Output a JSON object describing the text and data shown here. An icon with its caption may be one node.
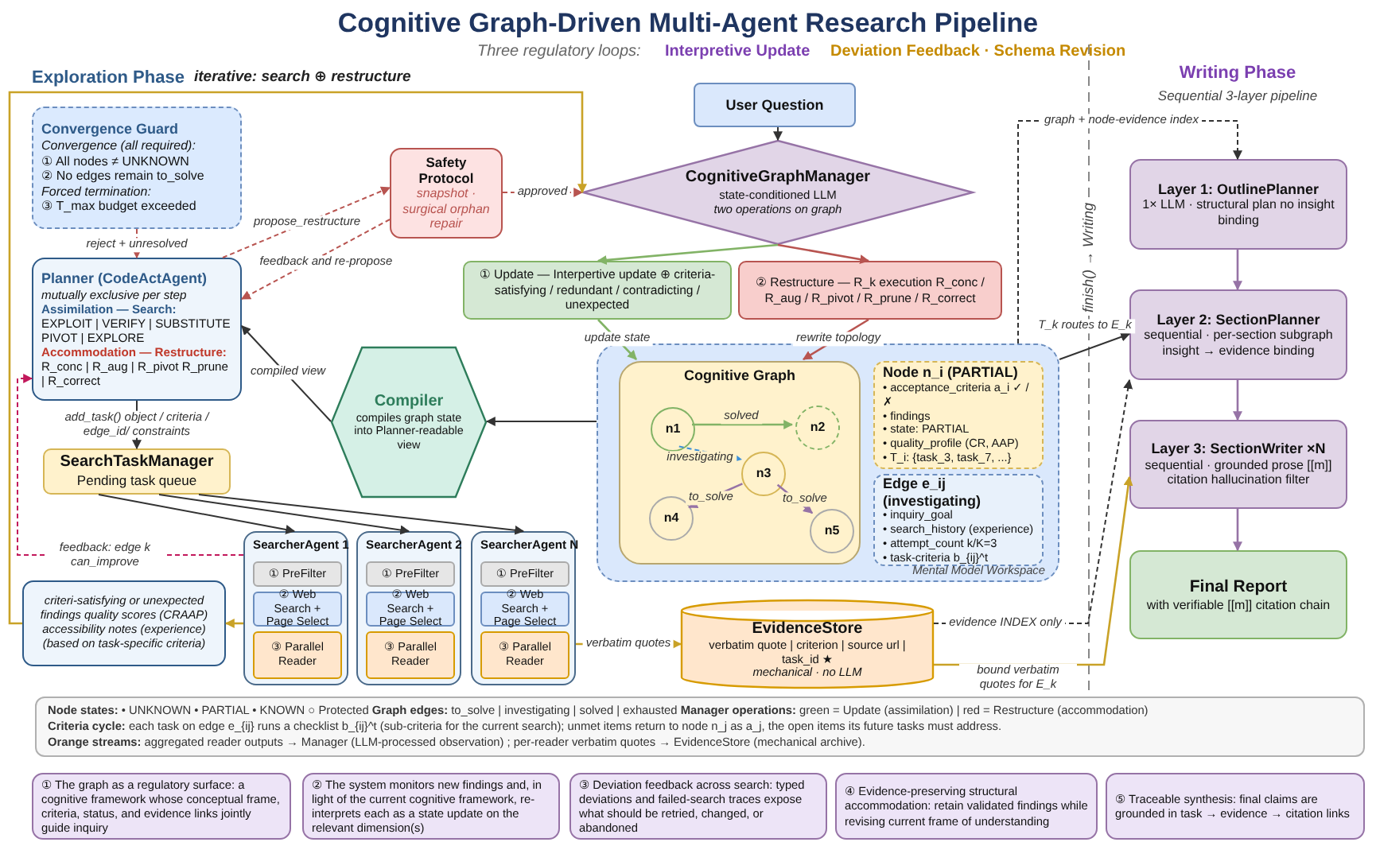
{
  "diagram": {
    "title": "Cognitive Graph-Driven Multi-Agent Research Pipeline",
    "nodes": [
      {
        "text": [
          "Convergence Guard",
          "Convergence (all required):",
          "① All nodes ≠ UNKNOWN",
          "② No edges remain to_solve",
          "Forced termination:",
          "③ T_max budget exceeded"
        ]
      },
      {
        "text": [
          "Safety Protocol",
          "snapshot · surgical orphan repair"
        ]
      },
      {
        "text": [
          "User Question"
        ]
      },
      {
        "text": [
          "CognitiveGraphManager",
          "state-conditioned LLM",
          "two operations on graph"
        ]
      },
      {
        "text": [
          "Planner (CodeActAgent)",
          "mutually exclusive per step",
          "Assimilation — Search:",
          "EXPLOIT | VERIFY | SUBSTITUTE PIVOT | EXPLORE",
          "Accommodation — Restructure:",
          "R_conc | R_aug | R_pivot R_prune | R_correct"
        ]
      },
      {
        "text": [
          "① Update — Interpertive update ⊕ criteria-satisfying / redundant / contradicting / unexpected"
        ]
      },
      {
        "text": [
          "② Restructure — R_k execution R_conc / R_aug / R_pivot / R_prune / R_correct"
        ]
      },
      {
        "text": [
          "Compiler",
          "compiles graph state into Planner-readable view"
        ]
      },
      {
        "text": [
          "Mental Model Workspace"
        ]
      },
      {
        "text": [
          "Cognitive Graph"
        ],
        "in": 8
      },
      {
        "text": [
          "n1"
        ],
        "in": 9
      },
      {
        "text": [
          "n2"
        ],
        "in": 9
      },
      {
        "text": [
          "n3"
        ],
        "in": 9
      },
      {
        "text": [
          "n4"
        ],
        "in": 9
      },
      {
        "text": [
          "n5"
        ],
        "in": 9
      },
      {
        "text": [
          "Node n_i (PARTIAL)",
          "• acceptance_criteria a_i ✓ / ✗",
          "• findings",
          "• state: PARTIAL",
          "• quality_profile (CR, AAP)",
          "• T_i: {task_3, task_7, ...}"
        ],
        "in": 8
      },
      {
        "text": [
          "Edge e_ij (investigating)",
          "• inquiry_goal",
          "• search_history (experience)",
          "• attempt_count k/K=3",
          "• task-criteria b_{ij}^t"
        ],
        "in": 8
      },
      {
        "text": [
          "SearchTaskManager",
          "Pending task queue"
        ]
      },
      {
        "text": [
          "SearcherAgent 1"
        ]
      },
      {
        "text": [
          "① PreFilter"
        ],
        "in": 18
      },
      {
        "text": [
          "② Web Search + Page Select"
        ],
        "in": 18
      },
      {
        "text": [
          "③ Parallel Reader"
        ],
        "in": 18
      },
      {
        "text": [
          "SearcherAgent 2"
        ]
      },
      {
        "text": [
          "① PreFilter"
        ],
        "in": 22
      },
      {
        "text": [
          "② Web Search + Page Select"
        ],
        "in": 22
      },
      {
        "text": [
          "③ Parallel Reader"
        ],
        "in": 22
      },
      {
        "text": [
          "SearcherAgent N"
        ]
      },
      {
        "text": [
          "① PreFilter"
        ],
        "in": 26
      },
      {
        "text": [
          "② Web Search + Page Select"
        ],
        "in": 26
      },
      {
        "text": [
          "③ Parallel Reader"
        ],
        "in": 26
      },
      {
        "text": [
          "criteri-satisfying or unexpected findings quality scores (CRAAP) accessibility notes (experience) (based on task-specific criteria)"
        ]
      },
      {
        "text": [
          "EvidenceStore",
          "verbatim quote | criterion | source url | task_id ★",
          "mechanical · no LLM"
        ]
      },
      {
        "text": [
          "Layer 1: OutlinePlanner",
          "1× LLM · structural plan no insight binding"
        ]
      },
      {
        "text": [
          "Layer 2: SectionPlanner",
          "sequential · per-section subgraph insight → evidence binding"
        ]
      },
      {
        "text": [
          "Layer 3: SectionWriter ×N",
          "sequential · grounded prose [[m]] citation hallucination filter"
        ]
      },
      {
        "text": [
          "Final Report",
          "with verifiable [[m]] citation chain"
        ]
      },
      {
        "text": [
          "① The graph as a regulatory surface: a cognitive framework whose conceptual frame, criteria, status, and evidence links jointly guide inquiry"
        ]
      },
      {
        "text": [
          "② The system monitors new findings and, in light of the current cognitive framework, re-interprets each as a state update on the relevant dimension(s)"
        ]
      },
      {
        "text": [
          "③ Deviation feedback across search: typed deviations and failed-search traces expose what should be retried, changed, or abandoned"
        ]
      },
      {
        "text": [
          "④ Evidence-preserving structural accommodation: retain validated findings while revising current frame of understanding"
        ]
      },
      {
        "text": [
          "⑤ Traceable synthesis: final claims are grounded in task → evidence → citation links"
        ]
      }
    ],
    "edges": [
      {
        "from": 2,
        "to": 3,
        "arrow": "to"
      },
      {
        "from": 3,
        "to": 5,
        "arrow": "to",
        "color": "#82b366"
      },
      {
        "from": 3,
        "to": 6,
        "arrow": "to",
        "color": "#b85450"
      },
      {
        "from": 5,
        "to": 9,
        "arrow": "to",
        "label": "update state",
        "color": "#82b366"
      },
      {
        "from": 6,
        "to": 9,
        "arrow": "to",
        "label": "rewrite topology",
        "color": "#b85450"
      },
      {
        "from": 1,
        "to": 3,
        "arrow": "to",
        "label": "approved",
        "style": "dashed",
        "color": "#b85450"
      },
      {
        "from": 4,
        "to": 1,
        "arrow": "to",
        "label": "propose_restructure",
        "style": "dashed",
        "color": "#b85450"
      },
      {
        "from": 1,
        "to": 4,
        "arrow": "to",
        "label": "feedback and re-propose",
        "style": "dashed",
        "color": "#b85450"
      },
      {
        "from": 0,
        "to": 4,
        "arrow": "to",
        "label": "reject + unresolved",
        "style": "dashed",
        "color": "#b85450"
      },
      {
        "from": 8,
        "to": 7,
        "arrow": "to"
      },
      {
        "from": 7,
        "to": 4,
        "arrow": "to",
        "label": "compiled view"
      },
      {
        "from": 4,
        "to": 17,
        "arrow": "to",
        "label": "add_task() object / criteria / edge_id/ constraints"
      },
      {
        "from": 17,
        "to": 18,
        "arrow": "to"
      },
      {
        "from": 17,
        "to": 22,
        "arrow": "to"
      },
      {
        "from": 17,
        "to": 26,
        "arrow": "to"
      },
      {
        "from": 18,
        "to": 4,
        "arrow": "to",
        "label": "feedback: edge k can_improve",
        "style": "dashed",
        "color": "#c2185b"
      },
      {
        "from": 18,
        "to": 30,
        "arrow": "to",
        "color": "#c9a227"
      },
      {
        "from": 30,
        "to": 3,
        "arrow": "to",
        "color": "#c9a227"
      },
      {
        "from": 26,
        "to": 31,
        "arrow": "to",
        "label": "verbatim quotes",
        "color": "#c9a227"
      },
      {
        "from": 31,
        "to": 33,
        "arrow": "to",
        "label": "evidence INDEX only",
        "style": "dashed"
      },
      {
        "from": 8,
        "to": 33,
        "arrow": "to",
        "label": "T_k routes to E_k"
      },
      {
        "from": 31,
        "to": 34,
        "arrow": "to",
        "label": "bound verbatim quotes for E_k",
        "color": "#c9a227"
      },
      {
        "from": 8,
        "to": 32,
        "arrow": "to",
        "label": "graph + node-evidence index",
        "style": "dashed"
      },
      {
        "from": 32,
        "to": 33,
        "arrow": "to",
        "color": "#9673a6"
      },
      {
        "from": 33,
        "to": 34,
        "arrow": "to",
        "color": "#9673a6"
      },
      {
        "from": 34,
        "to": 35,
        "arrow": "to",
        "color": "#9673a6"
      },
      {
        "from": 10,
        "to": 11,
        "arrow": "to",
        "label": "solved",
        "color": "#82b366"
      },
      {
        "from": 10,
        "to": 12,
        "arrow": "to",
        "label": "investigating",
        "style": "dashed",
        "color": "#3b8fd9"
      },
      {
        "from": 12,
        "to": 13,
        "arrow": "to",
        "label": "to_solve",
        "color": "#9673a6"
      },
      {
        "from": 12,
        "to": 14,
        "arrow": "to",
        "label": "to_solve",
        "color": "#9673a6"
      }
    ],
    "labels": [
      "Three regulatory loops:",
      "Interpretive Update",
      "Deviation Feedback · Schema Revision",
      "Exploration Phase",
      "iterative: search ⊕ restructure",
      "Writing Phase",
      "Sequential 3-layer pipeline",
      "finish() → Writing",
      "**Node states:** • UNKNOWN • PARTIAL • KNOWN ○ Protected **Graph edges:** to_solve | investigating | solved | exhausted **Manager operations:** green = Update (assimilation) | red = Restructure (accommodation)",
      "**Criteria cycle:** each task on edge e_{ij} runs a checklist b_{ij}^t (sub-criteria for the current search); unmet items return to node n_j as a_j, the open items its future tasks must address.",
      "**Orange streams:** aggregated reader outputs → Manager (LLM-processed observation) ; per-reader verbatim quotes → EvidenceStore (mechanical archive)."
    ]
  }
}
